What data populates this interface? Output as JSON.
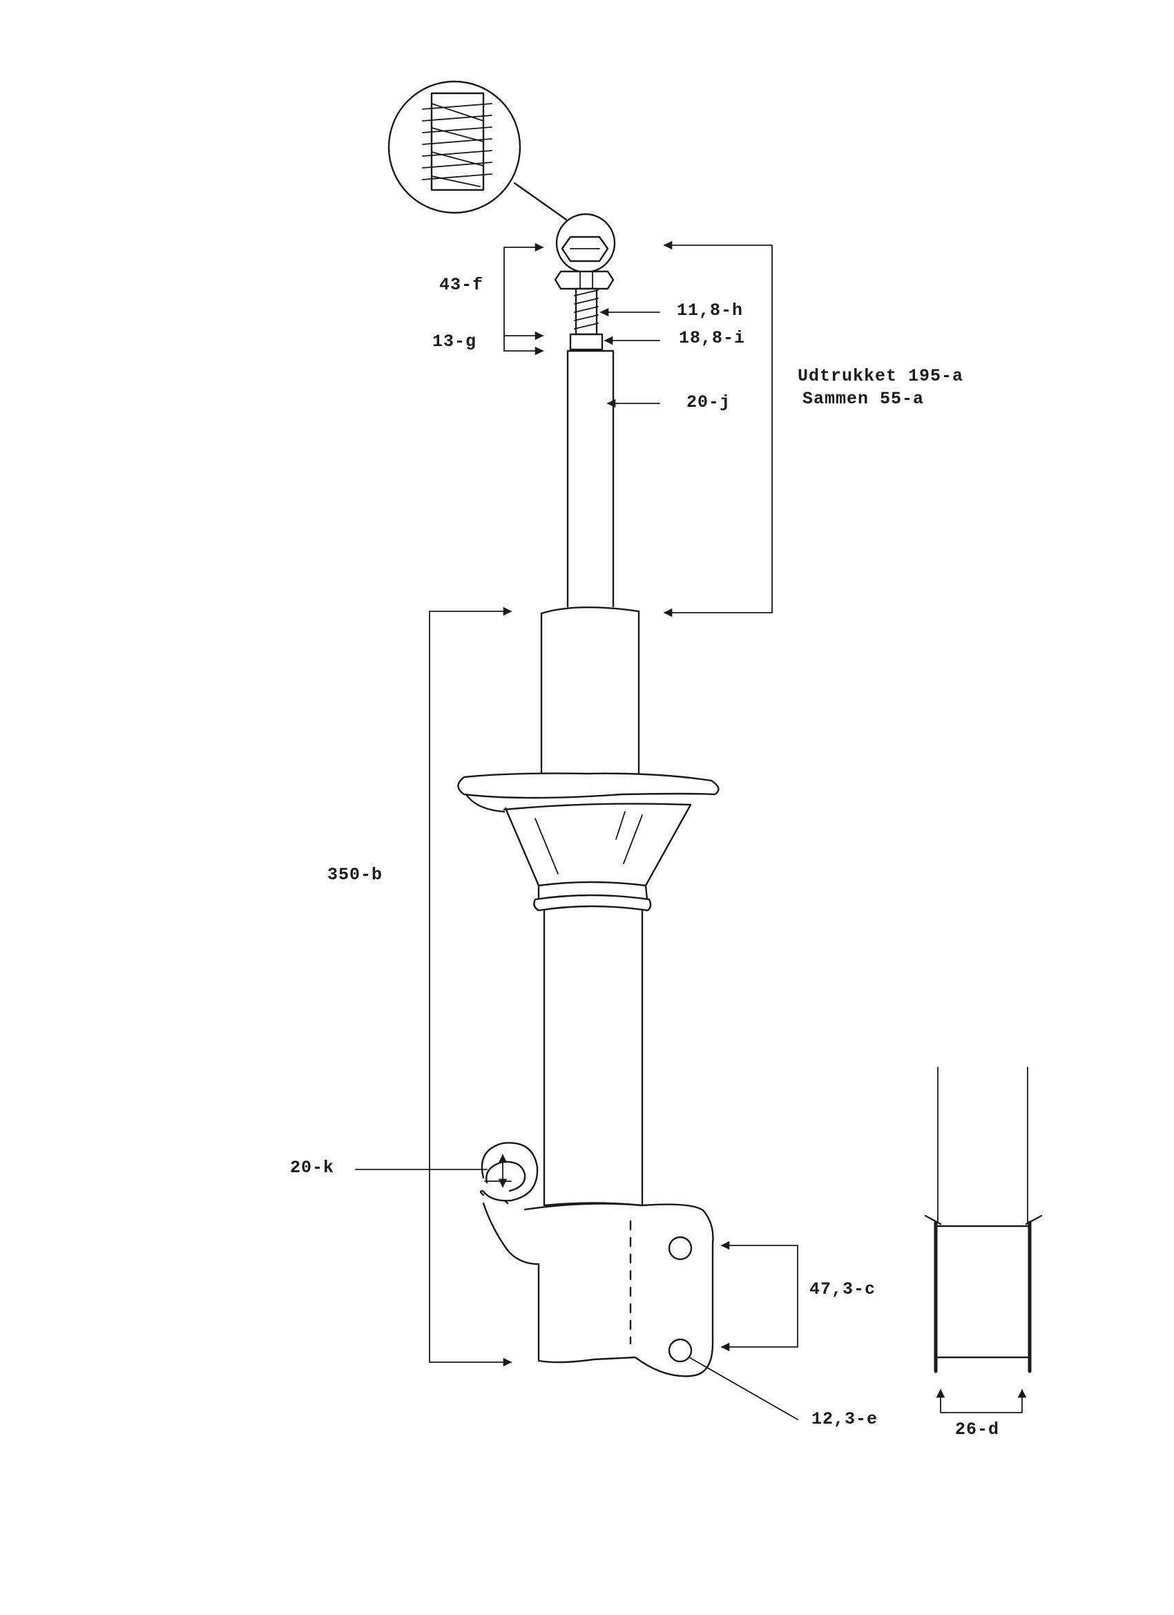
{
  "labels": {
    "f": "43-f",
    "g": "13-g",
    "h": "11,8-h",
    "i": "18,8-i",
    "j": "20-j",
    "a_extended": "Udtrukket 195-a",
    "a_compressed": "Sammen 55-a",
    "b": "350-b",
    "k": "20-k",
    "c": "47,3-c",
    "e": "12,3-e",
    "d": "26-d"
  },
  "colors": {
    "ink": "#1a1a1a",
    "paper": "#ffffff"
  }
}
